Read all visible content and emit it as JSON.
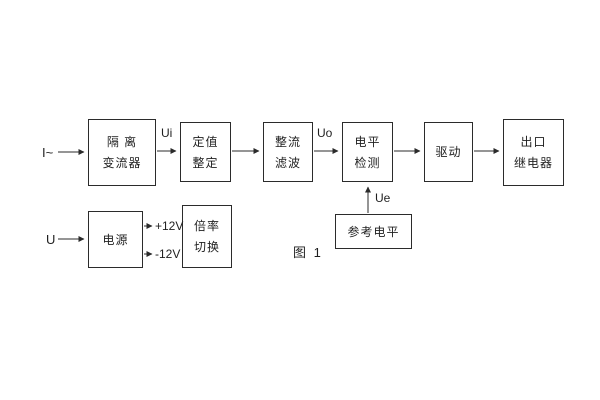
{
  "figure": {
    "caption": "图 1"
  },
  "boxes": {
    "isolation": {
      "line1": "隔 离",
      "line2": "变流器"
    },
    "setting": {
      "line1": "定值",
      "line2": "整定"
    },
    "rectifier": {
      "line1": "整流",
      "line2": "滤波"
    },
    "level": {
      "line1": "电平",
      "line2": "检测"
    },
    "drive": {
      "line1": "驱动"
    },
    "output": {
      "line1": "出口",
      "line2": "继电器"
    },
    "power": {
      "line1": "电源"
    },
    "ratio": {
      "line1": "倍率",
      "line2": "切换"
    },
    "reference": {
      "line1": "参考电平"
    }
  },
  "labels": {
    "input_i": "I~",
    "input_u": "U",
    "ui": "Ui",
    "uo": "Uo",
    "ue": "Ue",
    "plus12v": "+12V",
    "minus12v": "-12V"
  }
}
